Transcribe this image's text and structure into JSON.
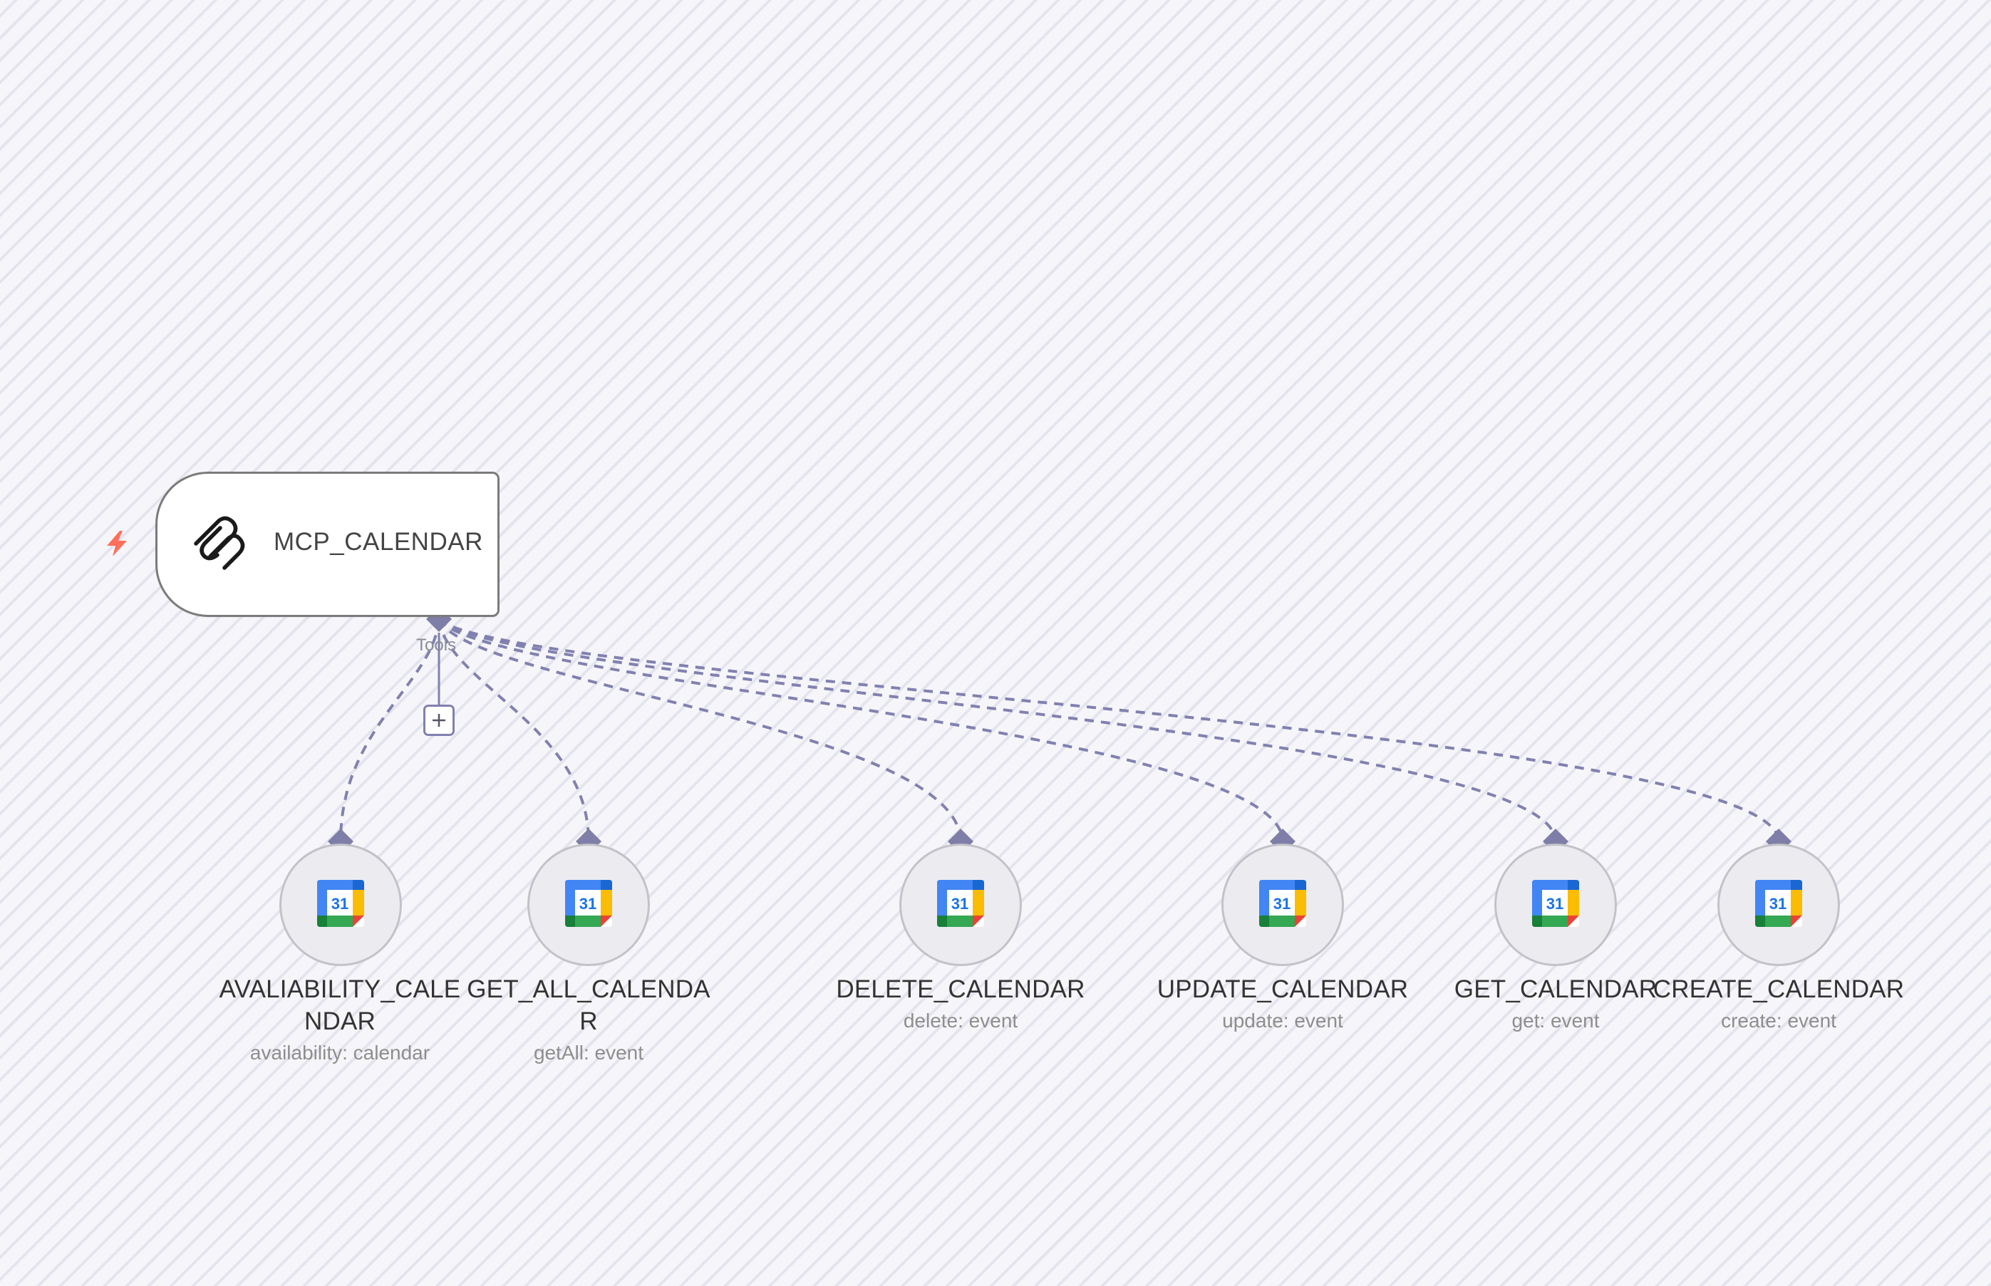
{
  "canvas": {
    "background": "#f6f6fa",
    "edge_color": "#8181b0"
  },
  "trigger": {
    "icon": "lightning-bolt-icon",
    "color": "#ff6f5c"
  },
  "mcp_node": {
    "title": "MCP_CALENDAR",
    "icon": "mcp-logo-icon",
    "output_label": "Tools"
  },
  "tools": [
    {
      "title": "AVALIABILITY_CALENDAR",
      "subtitle": "availability: calendar",
      "icon": "google-calendar-icon"
    },
    {
      "title": "GET_ALL_CALENDAR",
      "subtitle": "getAll: event",
      "icon": "google-calendar-icon"
    },
    {
      "title": "DELETE_CALENDAR",
      "subtitle": "delete: event",
      "icon": "google-calendar-icon"
    },
    {
      "title": "UPDATE_CALENDAR",
      "subtitle": "update: event",
      "icon": "google-calendar-icon"
    },
    {
      "title": "GET_CALENDAR",
      "subtitle": "get: event",
      "icon": "google-calendar-icon"
    },
    {
      "title": "CREATE_CALENDAR",
      "subtitle": "create: event",
      "icon": "google-calendar-icon"
    }
  ],
  "calendar_icon_day": "31"
}
